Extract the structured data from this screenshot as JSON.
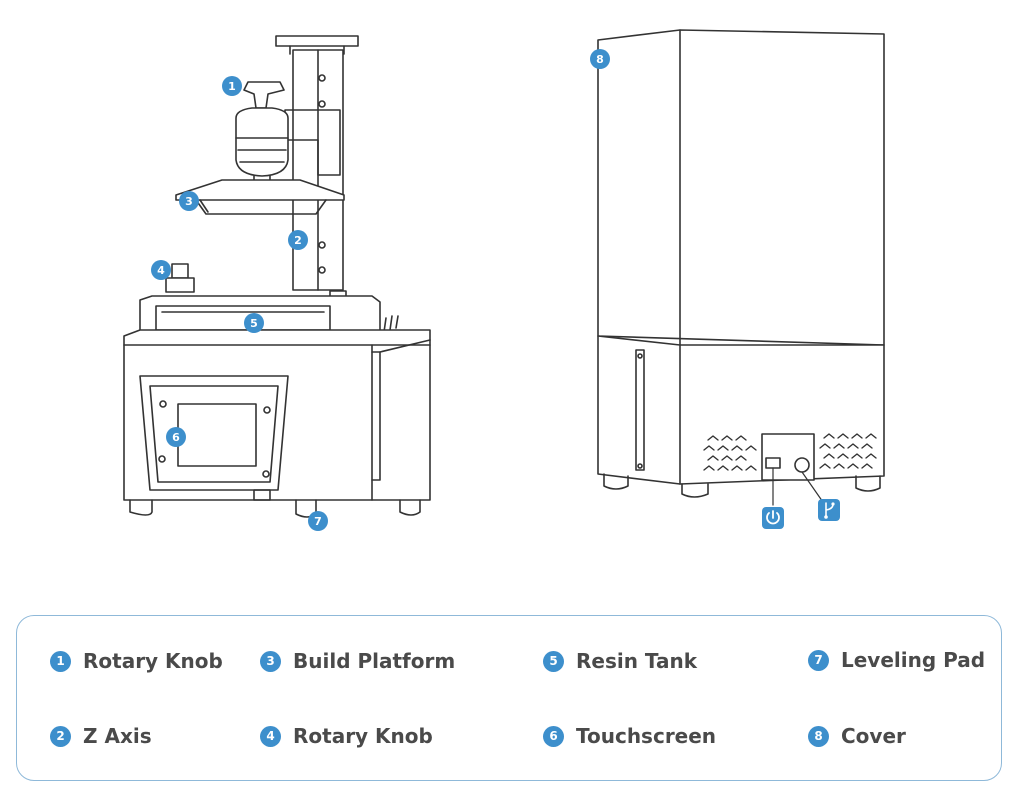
{
  "legend": {
    "items": [
      {
        "num": "1",
        "label": "Rotary Knob"
      },
      {
        "num": "2",
        "label": "Z Axis"
      },
      {
        "num": "3",
        "label": "Build Platform"
      },
      {
        "num": "4",
        "label": "Rotary Knob"
      },
      {
        "num": "5",
        "label": "Resin Tank"
      },
      {
        "num": "6",
        "label": "Touchscreen"
      },
      {
        "num": "7",
        "label": "Leveling Pad"
      },
      {
        "num": "8",
        "label": "Cover"
      }
    ]
  },
  "callouts": {
    "c1": "1",
    "c2": "2",
    "c3": "3",
    "c4": "4",
    "c5": "5",
    "c6": "6",
    "c7": "7",
    "c8": "8"
  },
  "colors": {
    "accent": "#3d8fcc",
    "line": "#333333",
    "border": "#8fb9d9"
  },
  "icons": [
    "power-icon",
    "usb-icon"
  ]
}
